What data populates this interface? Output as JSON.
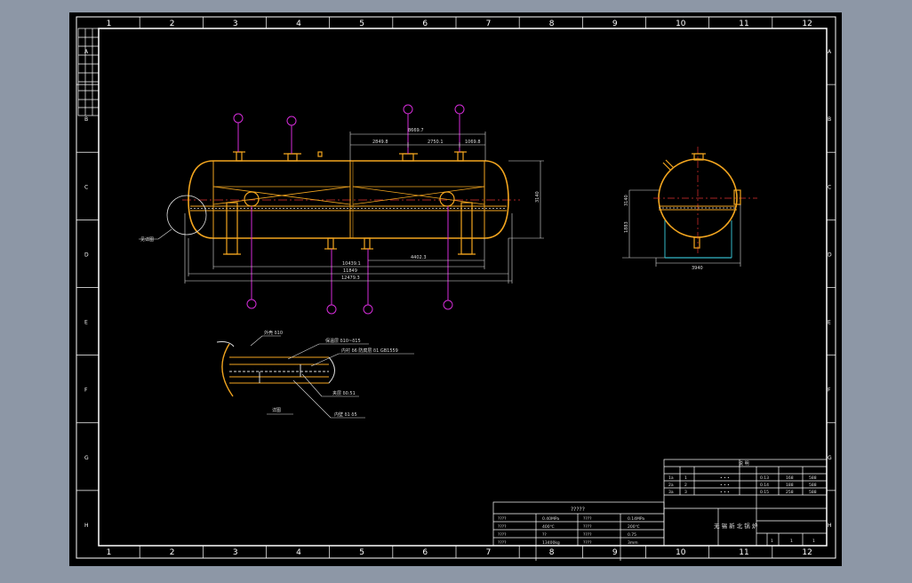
{
  "colors": {
    "background": "#8d97a6",
    "sheet": "#000000",
    "frame": "#ffffff",
    "vessel": "#f2a51f",
    "nozzle_callout": "#d42cd8",
    "dimension": "#e8e8e8",
    "centerline": "#e03030",
    "saddle_base": "#34b8c8"
  },
  "frame": {
    "columns": [
      "1",
      "2",
      "3",
      "4",
      "5",
      "6",
      "7",
      "8",
      "9",
      "10",
      "11",
      "12"
    ],
    "rows": [
      "A",
      "B",
      "C",
      "D",
      "E",
      "F",
      "G",
      "H"
    ]
  },
  "drawing": {
    "dimensions": {
      "top_overall": "8669.7",
      "top_seg_a": "2849.8",
      "top_seg_b": "2750.1",
      "top_seg_c": "1069.8",
      "diameter": "3140",
      "bottom_a": "10439.1",
      "bottom_b": "11849",
      "bottom_c": "12479.3",
      "bottom_mid": "4402.3",
      "side_height": "3140",
      "side_height_b": "1883",
      "side_base": "3940"
    },
    "detail_labels": {
      "label_1": "外壳 δ10",
      "label_2": "保温层 δ10~δ15",
      "label_3": "内衬 δ6 防腐层 δ1 GB1559",
      "label_4": "夹层 δ0.51",
      "label_5": "内壁 δ1 δ5",
      "label_6": "详图"
    },
    "left_callout": "见详图"
  },
  "spec_table": {
    "title": "?????",
    "rows": [
      [
        "????",
        "0.40MPa",
        "????",
        "0.14MPa"
      ],
      [
        "????",
        "400℃",
        "????",
        "200℃"
      ],
      [
        "????",
        "??",
        "????",
        "0.75"
      ],
      [
        "????",
        "13400kg",
        "????",
        "3mm"
      ]
    ]
  },
  "title_block": {
    "title": "无 锡 新 北 锅 炉",
    "revision_header": "说 明",
    "revisions": [
      [
        "1a",
        "1",
        "• • •",
        "0.13",
        "168",
        "588"
      ],
      [
        "2a",
        "2",
        "• • •",
        "0.14",
        "188",
        "588"
      ],
      [
        "3a",
        "3",
        "• • •",
        "0.15",
        "258",
        "588"
      ]
    ],
    "scale_row": [
      "1",
      "1",
      "1"
    ]
  }
}
